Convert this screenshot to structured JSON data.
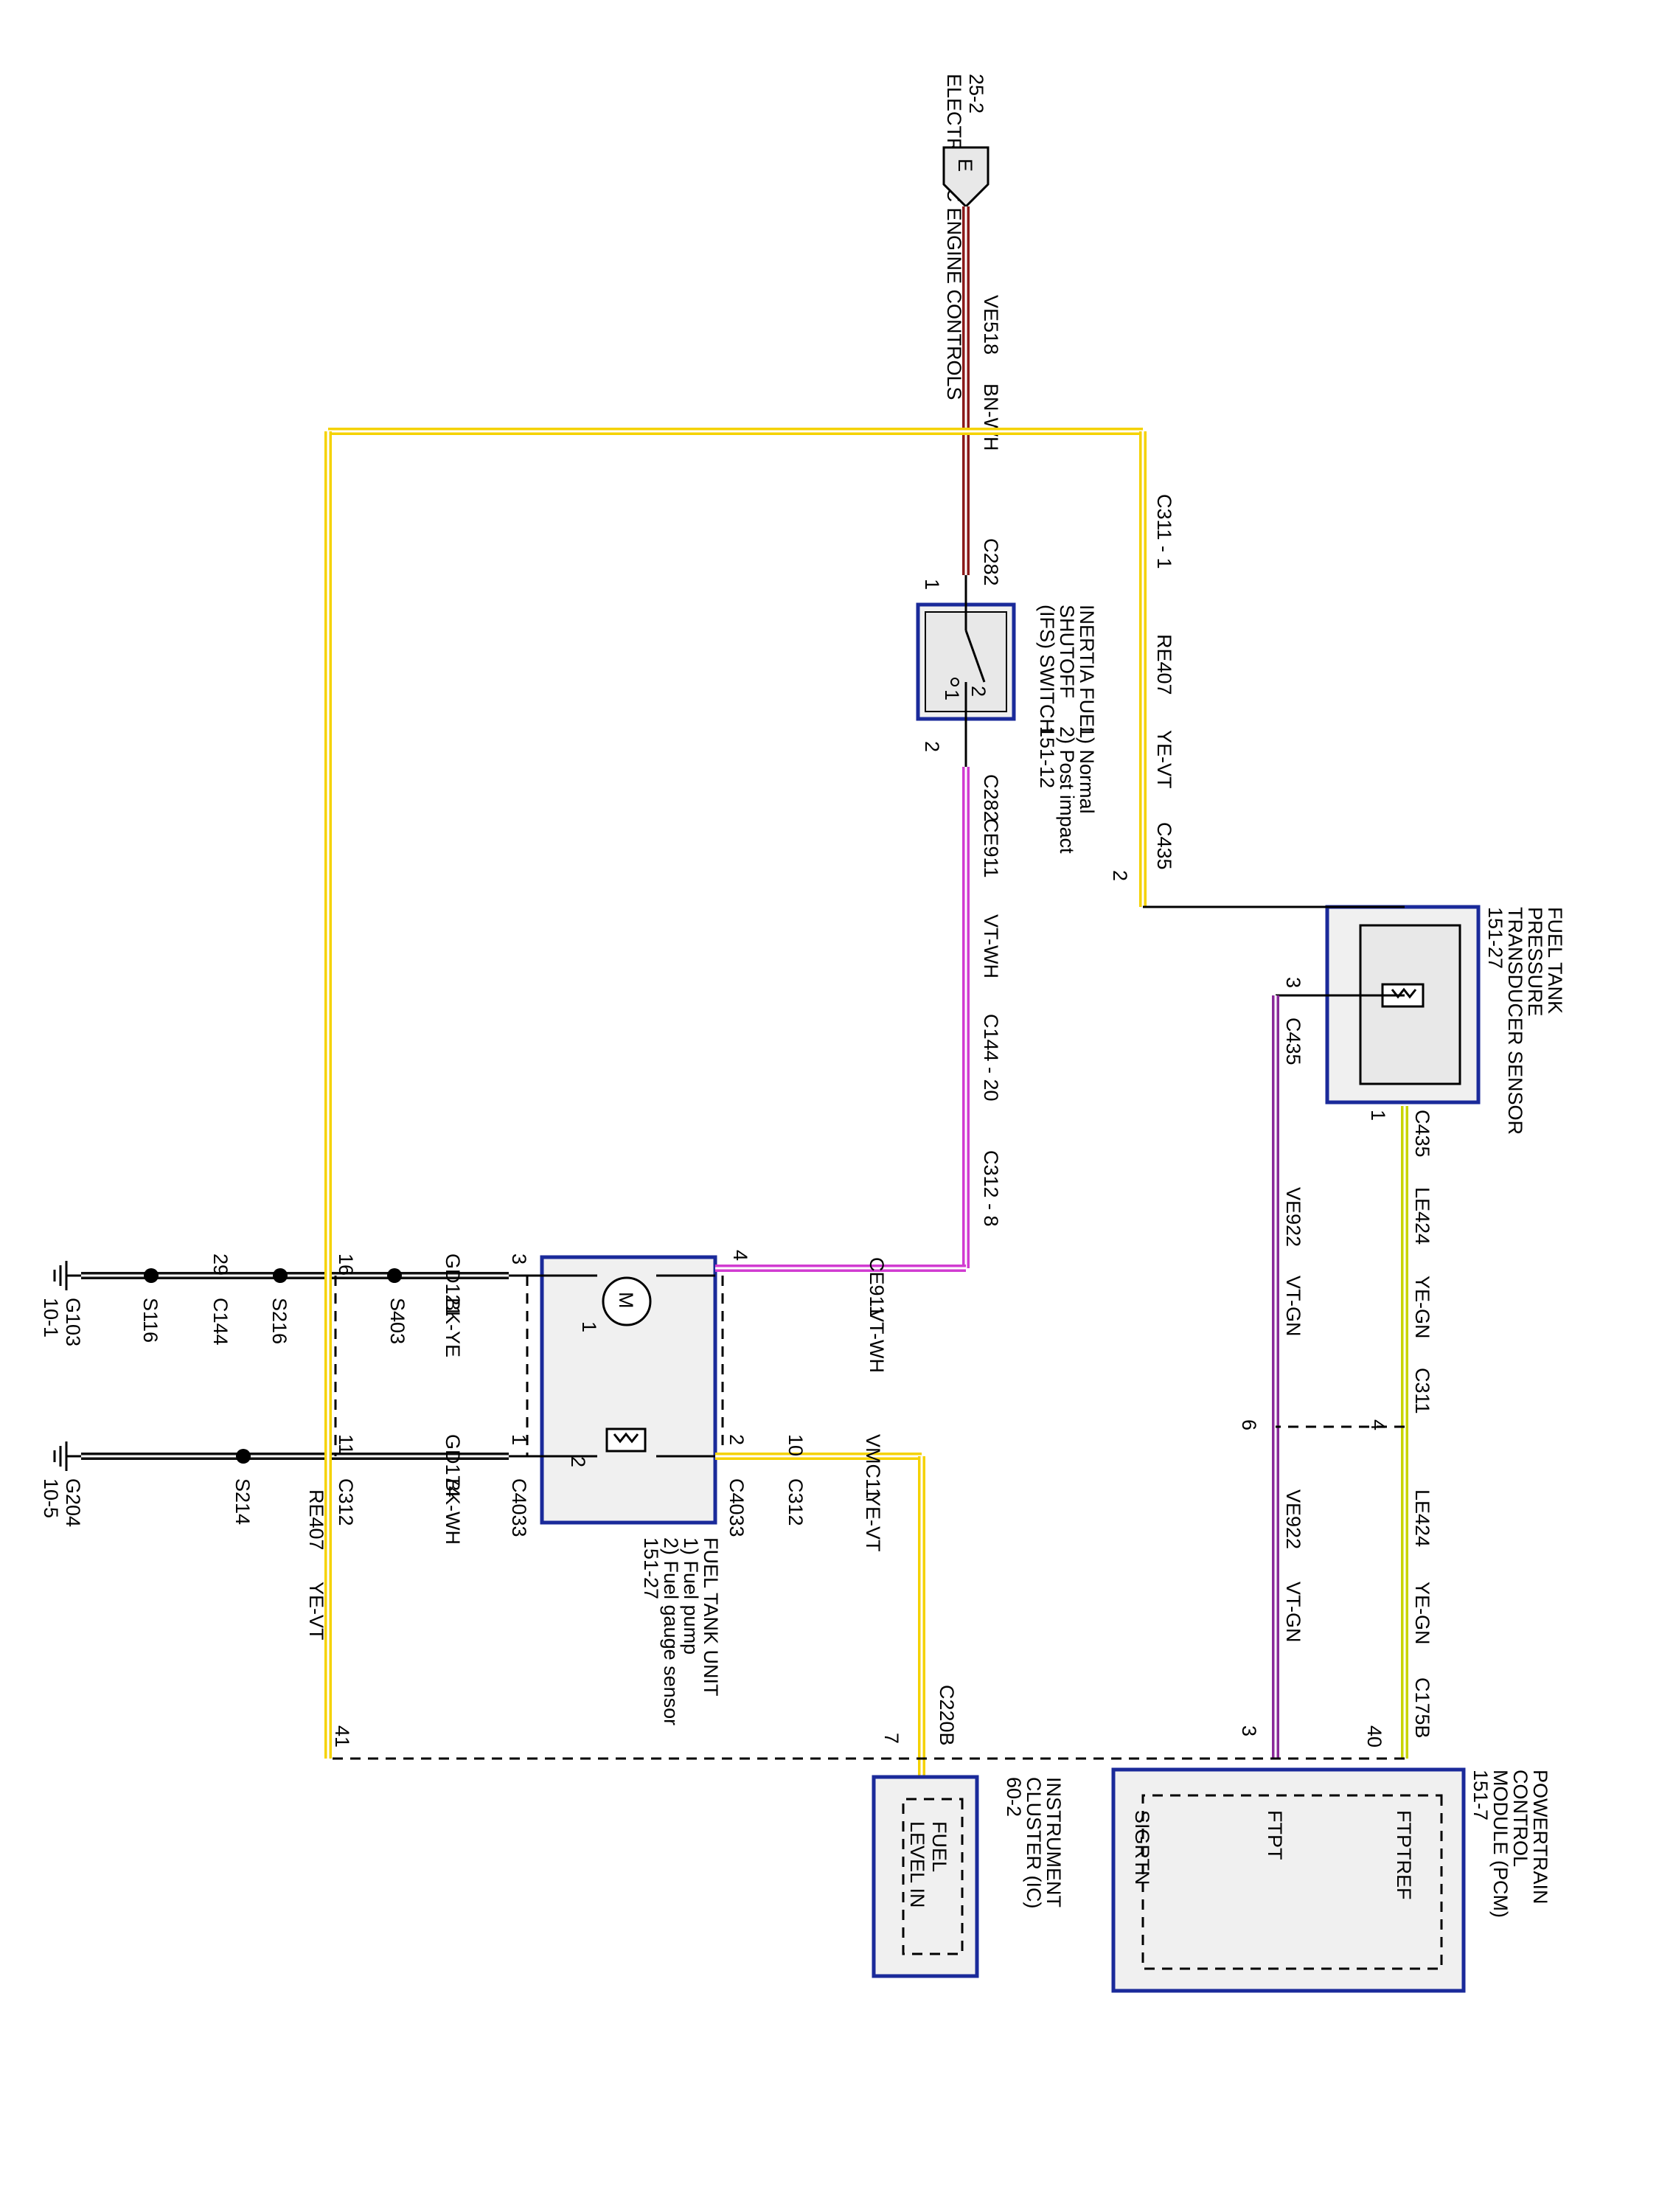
{
  "colors": {
    "bn_wh": "#8b1a1a",
    "ye_vt": "#f5d200",
    "vt_wh": "#d13bd1",
    "ye_gn": "#c8d400",
    "vt_gn": "#8a2a9a",
    "bk": "#111111",
    "box_border": "#1a2a9a"
  },
  "top_ref": {
    "page": "25-2",
    "label": "ELECTRONIC ENGINE CONTROLS",
    "flag": "E"
  },
  "components": {
    "ifs": {
      "lines": [
        "INERTIA FUEL",
        "SHUTOFF",
        "(IFS) SWITCH",
        "1) Normal",
        "2) Post impact",
        "151-12"
      ],
      "pos1": "1",
      "pos2": "2"
    },
    "ftpt": {
      "lines": [
        "FUEL TANK",
        "PRESSURE",
        "TRANSDUCER SENSOR",
        "151-27"
      ]
    },
    "fuel_tank": {
      "lines": [
        "FUEL TANK UNIT",
        "1) Fuel pump",
        "2) Fuel gauge sensor",
        "151-27"
      ],
      "motor": "M",
      "n1": "1",
      "n2": "2"
    },
    "cluster": {
      "lines": [
        "INSTRUMENT",
        "CLUSTER (IC)",
        "60-2"
      ],
      "inner1": "FUEL",
      "inner2": "LEVEL IN"
    },
    "pcm": {
      "lines": [
        "POWERTRAIN",
        "CONTROL",
        "MODULE (PCM)",
        "151-7"
      ],
      "pin_a": "FTPTREF",
      "pin_b": "FTPT",
      "pin_c": "SIGRTN"
    }
  },
  "wires": {
    "ve518": "VE518",
    "bn_wh": "BN-WH",
    "ce911": "CE911",
    "vt_wh": "VT-WH",
    "re407": "RE407",
    "ye_vt": "YE-VT",
    "le424": "LE424",
    "ye_gn": "YE-GN",
    "ve922": "VE922",
    "vt_gn": "VT-GN",
    "gd121": "GD121",
    "bk_ye": "BK-YE",
    "gd174": "GD174",
    "bk_wh": "BK-WH",
    "vmc11": "VMC11"
  },
  "connectors": {
    "c282": "C282",
    "c144_20": "C144 - 20",
    "c312_8": "C312 - 8",
    "c311_1": "C311 - 1",
    "c435": "C435",
    "c311": "C311",
    "c175b": "C175B",
    "c220b": "C220B",
    "c4033": "C4033",
    "c312": "C312",
    "c144": "C144",
    "s403": "S403",
    "s216": "S216",
    "s116": "S116",
    "s214": "S214",
    "g103": "G103",
    "g103_ref": "10-1",
    "g204": "G204",
    "g204_ref": "10-5"
  },
  "pins": {
    "p1": "1",
    "p2": "2",
    "p3": "3",
    "p4": "4",
    "p6": "6",
    "p7": "7",
    "p10": "10",
    "p11": "11",
    "p16": "16",
    "p29": "29",
    "p40": "40",
    "p41": "41"
  }
}
